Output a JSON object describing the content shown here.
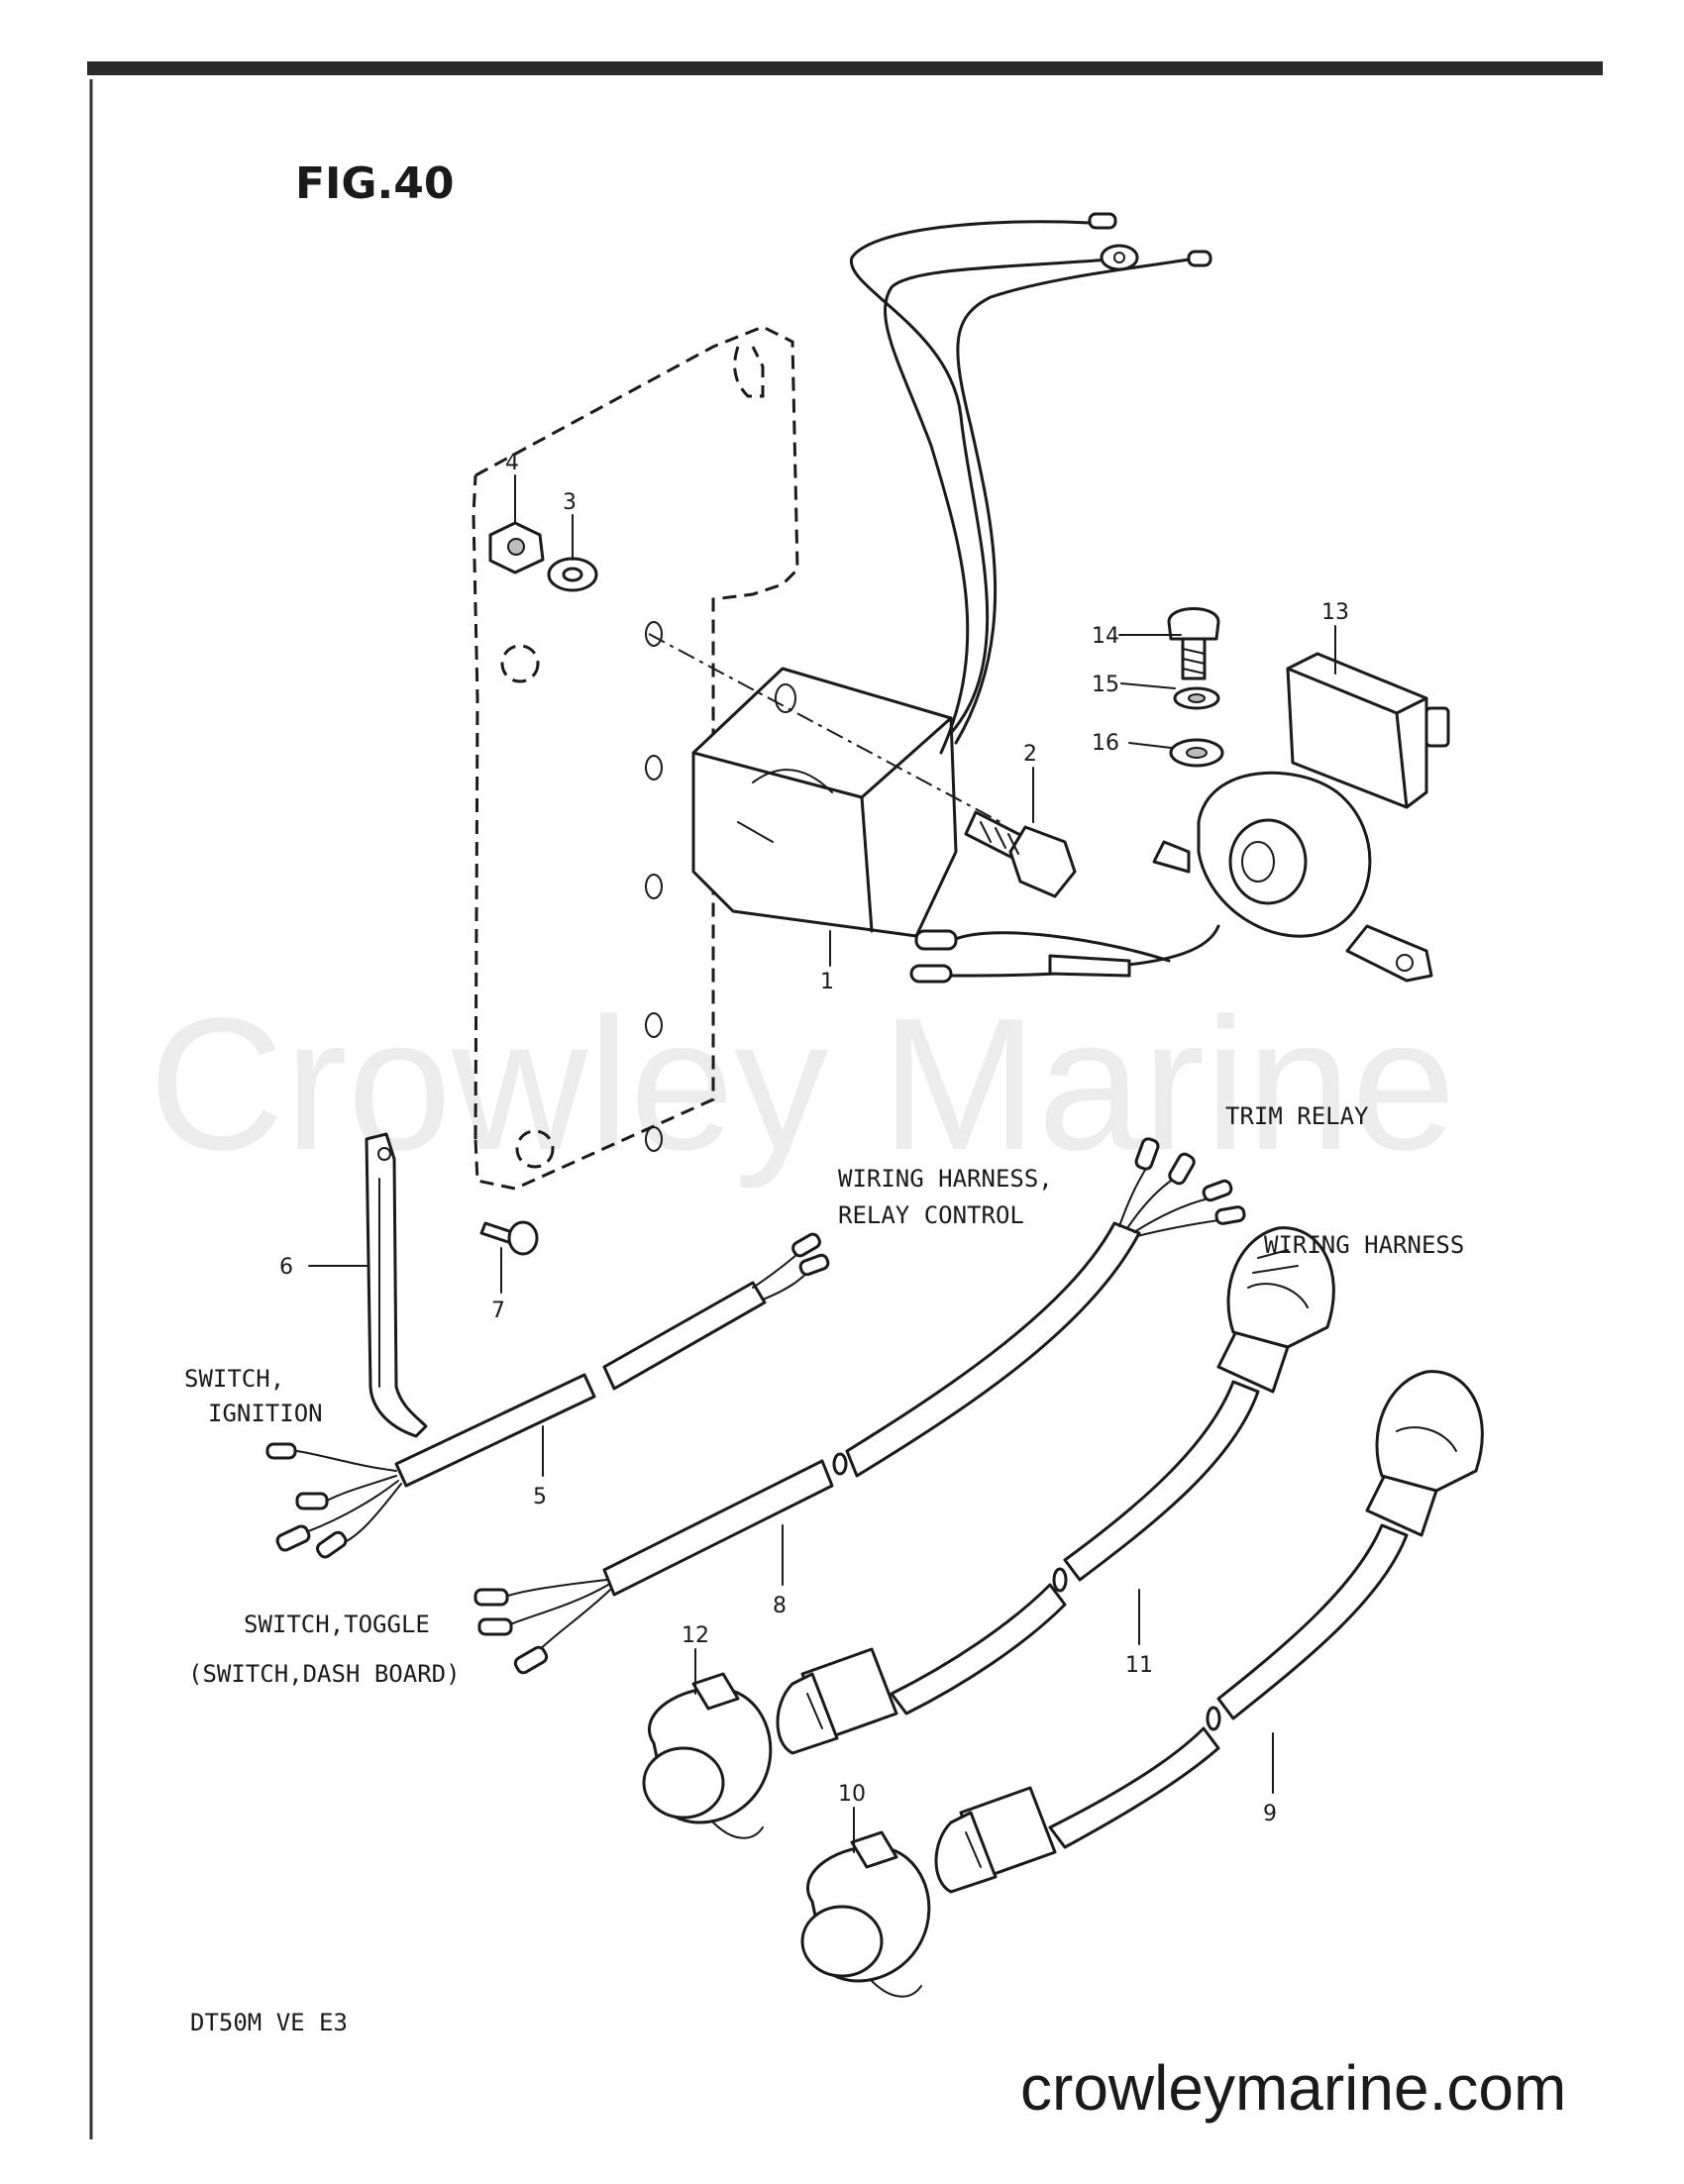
{
  "figure": {
    "title": "FIG.40",
    "model_code": "DT50M VE E3"
  },
  "watermark": {
    "text": "Crowley Marine",
    "url": "crowleymarine.com"
  },
  "callouts": [
    {
      "id": "1",
      "part": "relay-unit"
    },
    {
      "id": "2",
      "part": "bolt"
    },
    {
      "id": "3",
      "part": "lock-washer"
    },
    {
      "id": "4",
      "part": "nut"
    },
    {
      "id": "5",
      "part": "wiring-harness-relay-control"
    },
    {
      "id": "6",
      "part": "clamp"
    },
    {
      "id": "7",
      "part": "screw"
    },
    {
      "id": "8",
      "part": "wiring-harness"
    },
    {
      "id": "9",
      "part": "extension-harness"
    },
    {
      "id": "10",
      "part": "cap"
    },
    {
      "id": "11",
      "part": "extension-harness"
    },
    {
      "id": "12",
      "part": "cap"
    },
    {
      "id": "13",
      "part": "trim-relay"
    },
    {
      "id": "14",
      "part": "bolt"
    },
    {
      "id": "15",
      "part": "washer"
    },
    {
      "id": "16",
      "part": "washer"
    }
  ],
  "labels": {
    "trim_relay": "TRIM RELAY",
    "harness_relay_line1": "WIRING HARNESS,",
    "harness_relay_line2": "RELAY CONTROL",
    "harness": "WIRING HARNESS",
    "ignition_line1": "SWITCH,",
    "ignition_line2": "IGNITION",
    "toggle_line1": "SWITCH,TOGGLE",
    "toggle_line2": "(SWITCH,DASH BOARD)"
  }
}
